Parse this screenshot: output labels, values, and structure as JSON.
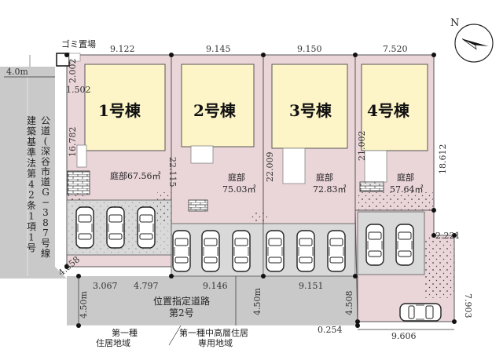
{
  "dimensions_top": [
    "9.122",
    "9.145",
    "9.150",
    "7.520"
  ],
  "dimensions_side": {
    "road_width_left": "4.0m",
    "gomi_a": "2.002",
    "gomi_b": "1.502",
    "lot1_left": "16.782",
    "lot1_right": "22.115",
    "lot3_left": "22.009",
    "lot4_left": "21.002",
    "lot4_right": "18.612",
    "corner_right": "2.221",
    "right_lower": "7.903"
  },
  "dimensions_bottom": {
    "corner_left": "4.358",
    "b1": "3.067",
    "b2": "4.797",
    "b3": "9.146",
    "b4": "9.151",
    "lot4_bottom": "4.508",
    "b5": "0.254",
    "b6": "9.606",
    "road_left": "4.50m",
    "road_mid": "4.50m"
  },
  "gomi_label": "ゴミ置場",
  "lots": [
    {
      "name": "1号棟",
      "garden": "庭部67.56㎡"
    },
    {
      "name": "2号棟",
      "garden_l1": "庭部",
      "garden_l2": "75.03㎡"
    },
    {
      "name": "3号棟",
      "garden_l1": "庭部",
      "garden_l2": "72.83㎡"
    },
    {
      "name": "4号棟",
      "garden_l1": "庭部",
      "garden_l2": "57.64㎡"
    }
  ],
  "public_road_col1": "公道(深谷市道G−387号線",
  "public_road_col2": "建築基準法第42条1項1号",
  "designated_road_l1": "位置指定道路",
  "designated_road_l2": "第2号",
  "zone_left_l1": "第一種",
  "zone_left_l2": "住居地域",
  "zone_right_l1": "第一種中高層住居",
  "zone_right_l2": "専用地域",
  "compass_letter": "N",
  "colors": {
    "house": "#fdf5c8",
    "lot": "#ead5d9",
    "parking": "#d9d9d9",
    "road": "#c8c8c8",
    "boundary": "#111111"
  }
}
